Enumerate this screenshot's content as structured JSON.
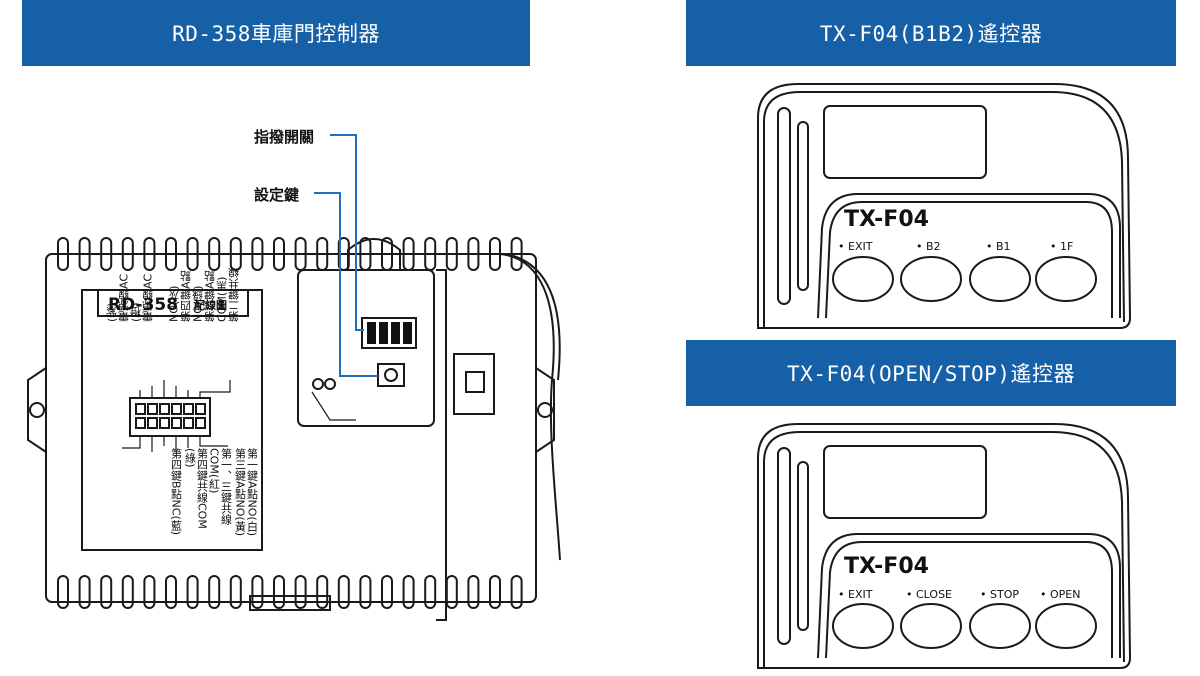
{
  "banners": {
    "controller_title": "RD-358車庫門控制器",
    "remote1_title": "TX-F04(B1B2)遙控器",
    "remote2_title": "TX-F04(OPEN/STOP)遙控器"
  },
  "controller": {
    "dip_switch_label": "指撥開關",
    "setting_key_label": "設定鍵",
    "wiring_title_model": "RD-358",
    "wiring_title_suffix": "配線圖",
    "wiring_top": [
      "第二鍵共線",
      "COM(黑)",
      "第二鍵A點",
      "NO(綠)",
      "第四鍵A點",
      "NO(灰)",
      "電源線AC",
      "(橙)",
      "電源線AC",
      "(紫)"
    ],
    "wiring_bottom": [
      "第一鍵A點NO(白)",
      "第三鍵A點NO(黃)",
      "第一、三鍵共線",
      "COM(紅)",
      "第四鍵共線COM",
      "(綠)",
      "第四鍵B點NC(藍)"
    ]
  },
  "remote1": {
    "model": "TX-F04",
    "buttons": [
      "EXIT",
      "B2",
      "B1",
      "1F"
    ]
  },
  "remote2": {
    "model": "TX-F04",
    "buttons": [
      "EXIT",
      "CLOSE",
      "STOP",
      "OPEN"
    ]
  },
  "colors": {
    "banner": "#1660a8",
    "leader_line": "#1f6fc0",
    "outline": "#1a1a1a"
  }
}
